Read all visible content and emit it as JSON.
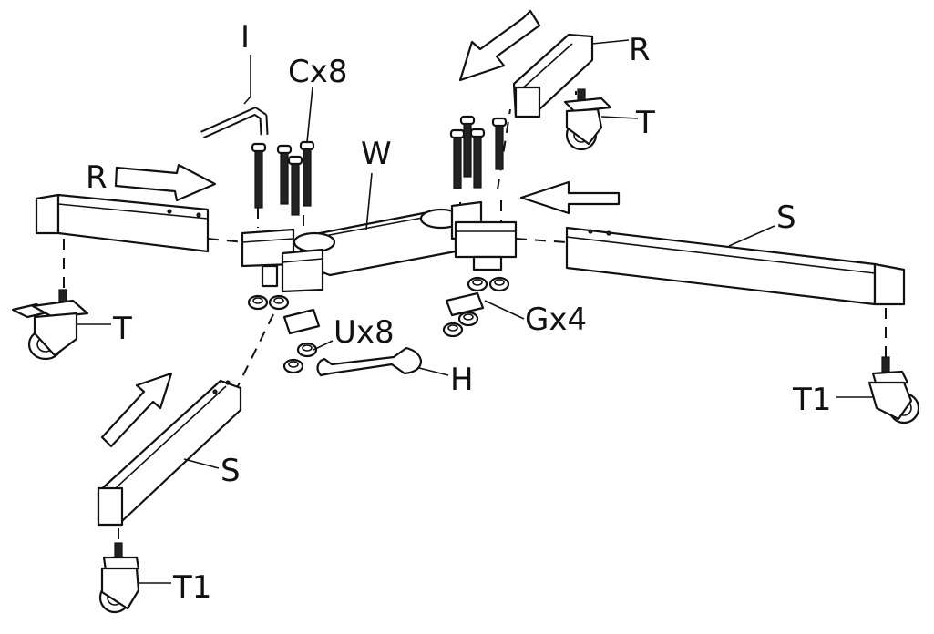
{
  "diagram": {
    "labels": {
      "allen_key": "I",
      "screws": "Cx8",
      "center_base": "W",
      "short_leg_left": "R",
      "short_leg_right": "R",
      "caster_left": "T",
      "caster_right": "T",
      "long_leg_right": "S",
      "long_leg_left": "S",
      "washers": "Ux8",
      "plates": "Gx4",
      "wrench": "H",
      "caster_brake_right": "T1",
      "caster_brake_left": "T1"
    },
    "colors": {
      "line": "#111111",
      "background": "#ffffff"
    },
    "icons": [
      "arrow-icon",
      "allen-key-icon",
      "wrench-icon",
      "caster-wheel-icon",
      "bolt-icon",
      "nut-icon"
    ]
  }
}
